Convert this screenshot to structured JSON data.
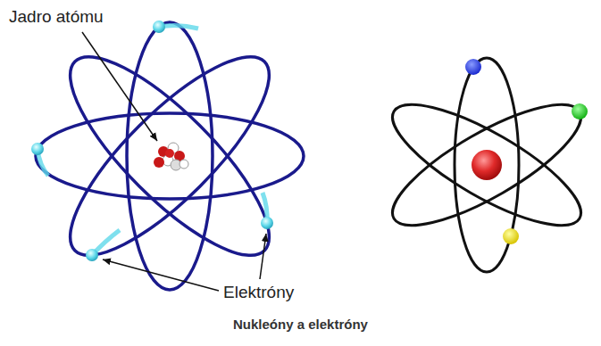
{
  "diagram": {
    "caption": "Nukleóny a elektróny",
    "labels": [
      "Jadro atómu",
      "Elektróny"
    ]
  }
}
